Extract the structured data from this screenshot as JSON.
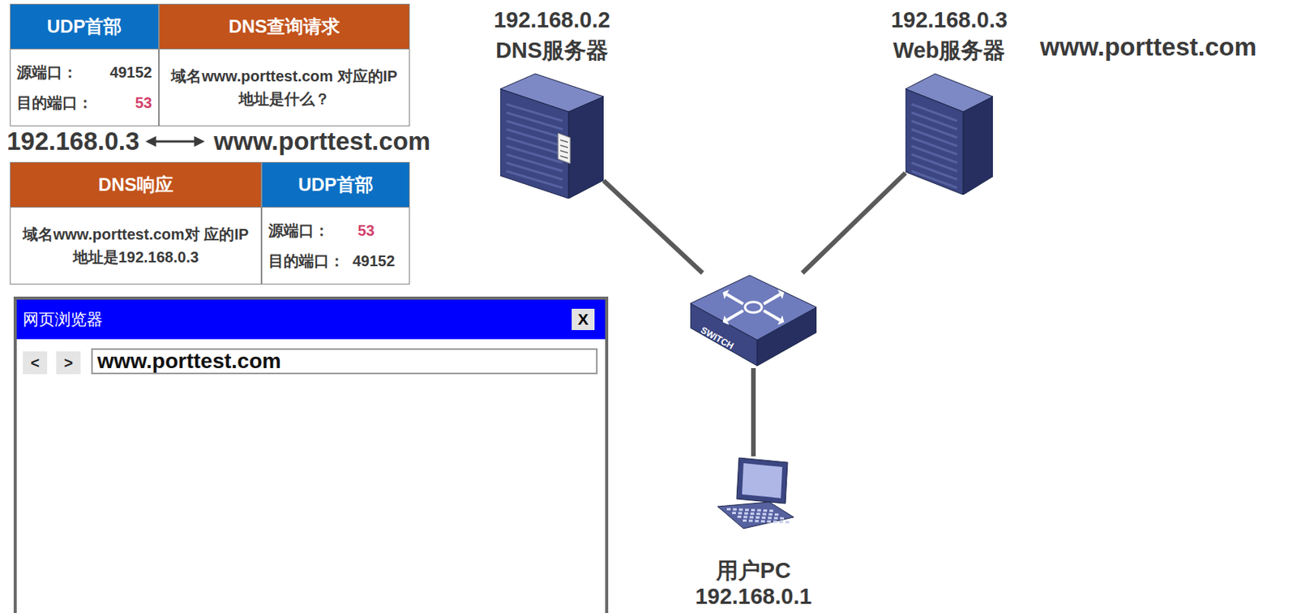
{
  "diagram": {
    "nodes": [
      {
        "text": [
          "UDP首部",
          "源端口：",
          "49152",
          "目的端口：",
          "53"
        ]
      },
      {
        "text": [
          "DNS查询请求",
          "域名www.porttest.com 对应的IP地址是什么？"
        ]
      },
      {
        "text": [
          "DNS响应",
          "域名www.porttest.com对 应的IP地址是192.168.0.3"
        ]
      },
      {
        "text": [
          "UDP首部",
          "源端口：",
          "53",
          "目的端口：",
          "49152"
        ]
      },
      {
        "text": [
          "网页浏览器",
          "X",
          "<",
          ">",
          "www.porttest.com"
        ]
      },
      {
        "text": [
          "192.168.0.2",
          "DNS服务器"
        ]
      },
      {
        "text": [
          "192.168.0.3",
          "Web服务器"
        ]
      },
      {
        "text": [
          "SWITCH"
        ]
      },
      {
        "text": [
          "用户PC",
          "192.168.0.1"
        ]
      }
    ],
    "edges": [
      {
        "from": 5,
        "to": 7,
        "arrow": "none"
      },
      {
        "from": 6,
        "to": 7,
        "arrow": "none"
      },
      {
        "from": 7,
        "to": 8,
        "arrow": "none"
      }
    ],
    "labels": [
      "192.168.0.3",
      "www.porttest.com",
      "www.porttest.com"
    ]
  }
}
